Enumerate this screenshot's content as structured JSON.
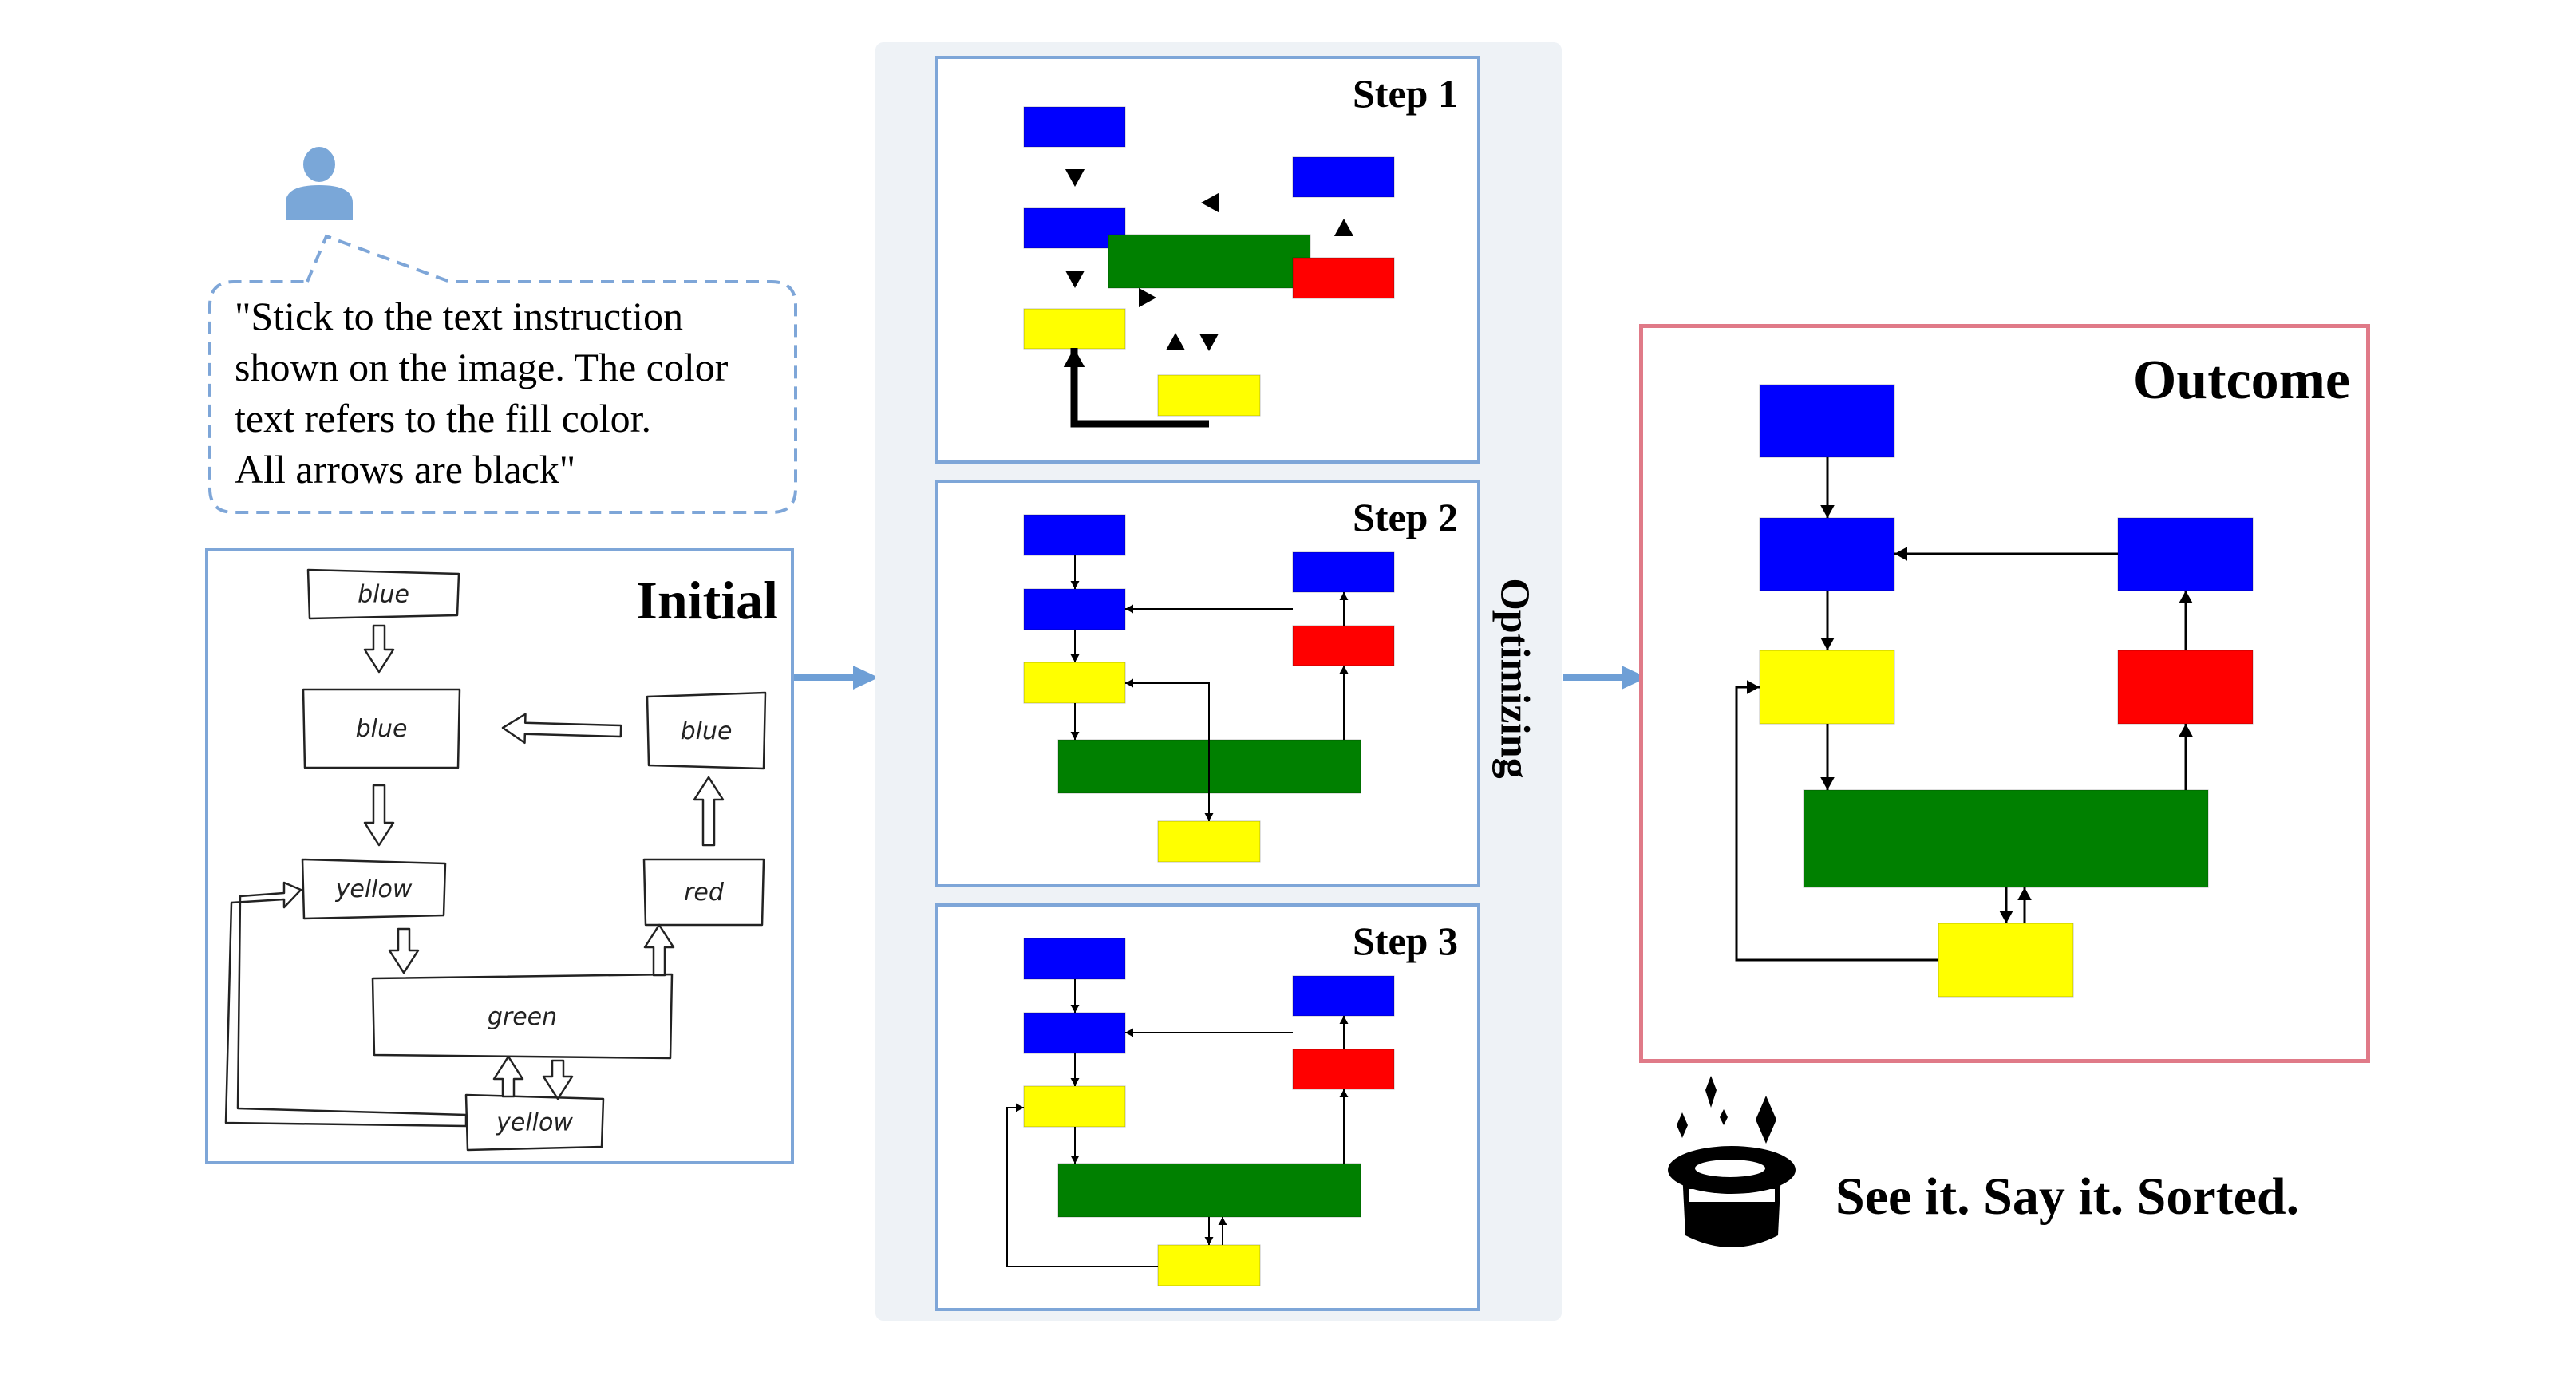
{
  "user": {
    "icon": "person-icon",
    "instruction": "\"Stick to the text instruction\nshown on the image. The color\ntext refers to the fill color.\nAll arrows are black\""
  },
  "colors": {
    "blue": "#0000ff",
    "yellow": "#ffff00",
    "red": "#ff0000",
    "green": "#008000",
    "arrow": "#000000",
    "panel_border": "#7ea6d8",
    "outcome_border": "#e07a88",
    "optimizing_bg": "#eef2f6",
    "flow_arrow": "#6e9fd6"
  },
  "initial": {
    "title": "Initial",
    "nodes": [
      {
        "id": "b1",
        "label": "blue"
      },
      {
        "id": "b2",
        "label": "blue"
      },
      {
        "id": "b3",
        "label": "blue"
      },
      {
        "id": "y1",
        "label": "yellow"
      },
      {
        "id": "r1",
        "label": "red"
      },
      {
        "id": "g1",
        "label": "green"
      },
      {
        "id": "y2",
        "label": "yellow"
      }
    ],
    "edges": [
      {
        "from": "b1",
        "to": "b2"
      },
      {
        "from": "b3",
        "to": "b2"
      },
      {
        "from": "b2",
        "to": "y1"
      },
      {
        "from": "r1",
        "to": "b3"
      },
      {
        "from": "y1",
        "to": "g1"
      },
      {
        "from": "g1",
        "to": "r1"
      },
      {
        "from": "y2",
        "to": "g1"
      },
      {
        "from": "g1",
        "to": "y2"
      },
      {
        "from": "y2",
        "to": "y1"
      }
    ]
  },
  "optimizing": {
    "label": "Optimizing",
    "steps": [
      {
        "title": "Step 1"
      },
      {
        "title": "Step 2"
      },
      {
        "title": "Step 3"
      }
    ]
  },
  "outcome": {
    "title": "Outcome",
    "nodes": [
      {
        "id": "b1",
        "fill": "blue"
      },
      {
        "id": "b2",
        "fill": "blue"
      },
      {
        "id": "b3",
        "fill": "blue"
      },
      {
        "id": "y1",
        "fill": "yellow"
      },
      {
        "id": "r1",
        "fill": "red"
      },
      {
        "id": "g1",
        "fill": "green"
      },
      {
        "id": "y2",
        "fill": "yellow"
      }
    ]
  },
  "tagline": {
    "icon": "magic-hat-icon",
    "text": "See it. Say it. Sorted."
  }
}
